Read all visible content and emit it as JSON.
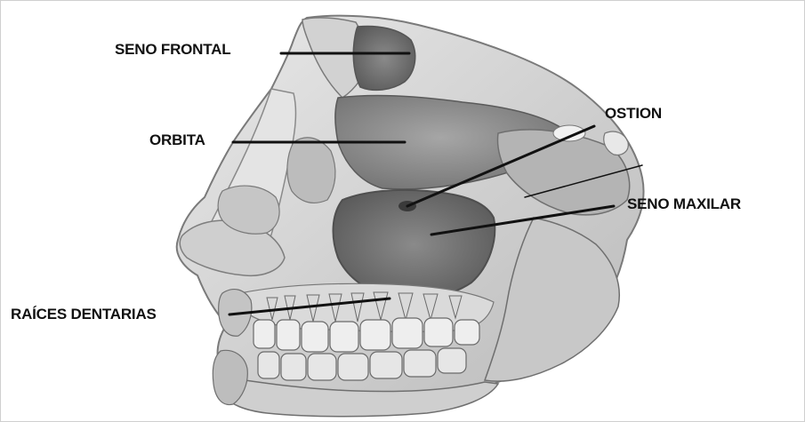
{
  "labels": {
    "seno_frontal": "SENO FRONTAL",
    "orbita": "ORBITA",
    "ostion": "OSTION",
    "seno_maxilar": "SENO MAXILAR",
    "raices_dentarias": "RAÍCES DENTARIAS"
  },
  "colors": {
    "bone_light": "#dedede",
    "bone_mid": "#bdbdbd",
    "bone_dark": "#8c8c8c",
    "cavity": "#6f6f6f",
    "leader_line": "#111111"
  }
}
